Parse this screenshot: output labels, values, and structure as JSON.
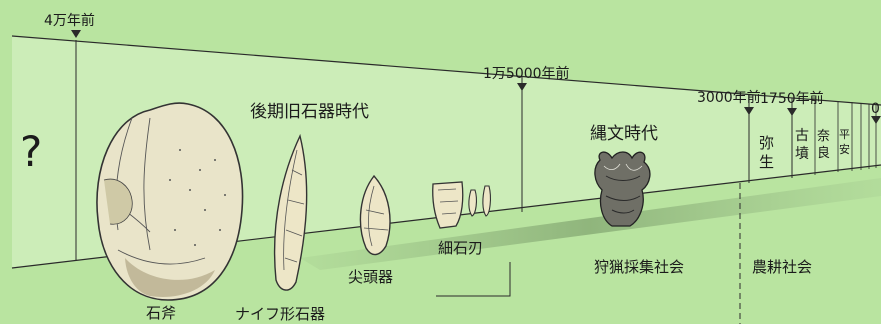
{
  "markers": {
    "m40k": "4万年前",
    "m15k": "1万5000年前",
    "m3000": "3000年前",
    "m1750": "1750年前",
    "m0": "0"
  },
  "unknown_mark": "?",
  "periods": {
    "paleolithic": "後期旧石器時代",
    "jomon": "縄文時代",
    "yayoi_a": "弥",
    "yayoi_b": "生",
    "kofun_a": "古",
    "kofun_b": "墳",
    "nara_a": "奈",
    "nara_b": "良",
    "heian_a": "平",
    "heian_b": "安"
  },
  "tools": {
    "stone_axe": "石斧",
    "knife_tool": "ナイフ形石器",
    "point_tool": "尖頭器",
    "microblade": "細石刃"
  },
  "societies": {
    "hunter_gatherer": "狩猟採集社会",
    "agricultural": "農耕社会"
  },
  "colors": {
    "background": "#b9e4a0",
    "band": "#d3f0c0",
    "line": "#2a2a2a"
  }
}
